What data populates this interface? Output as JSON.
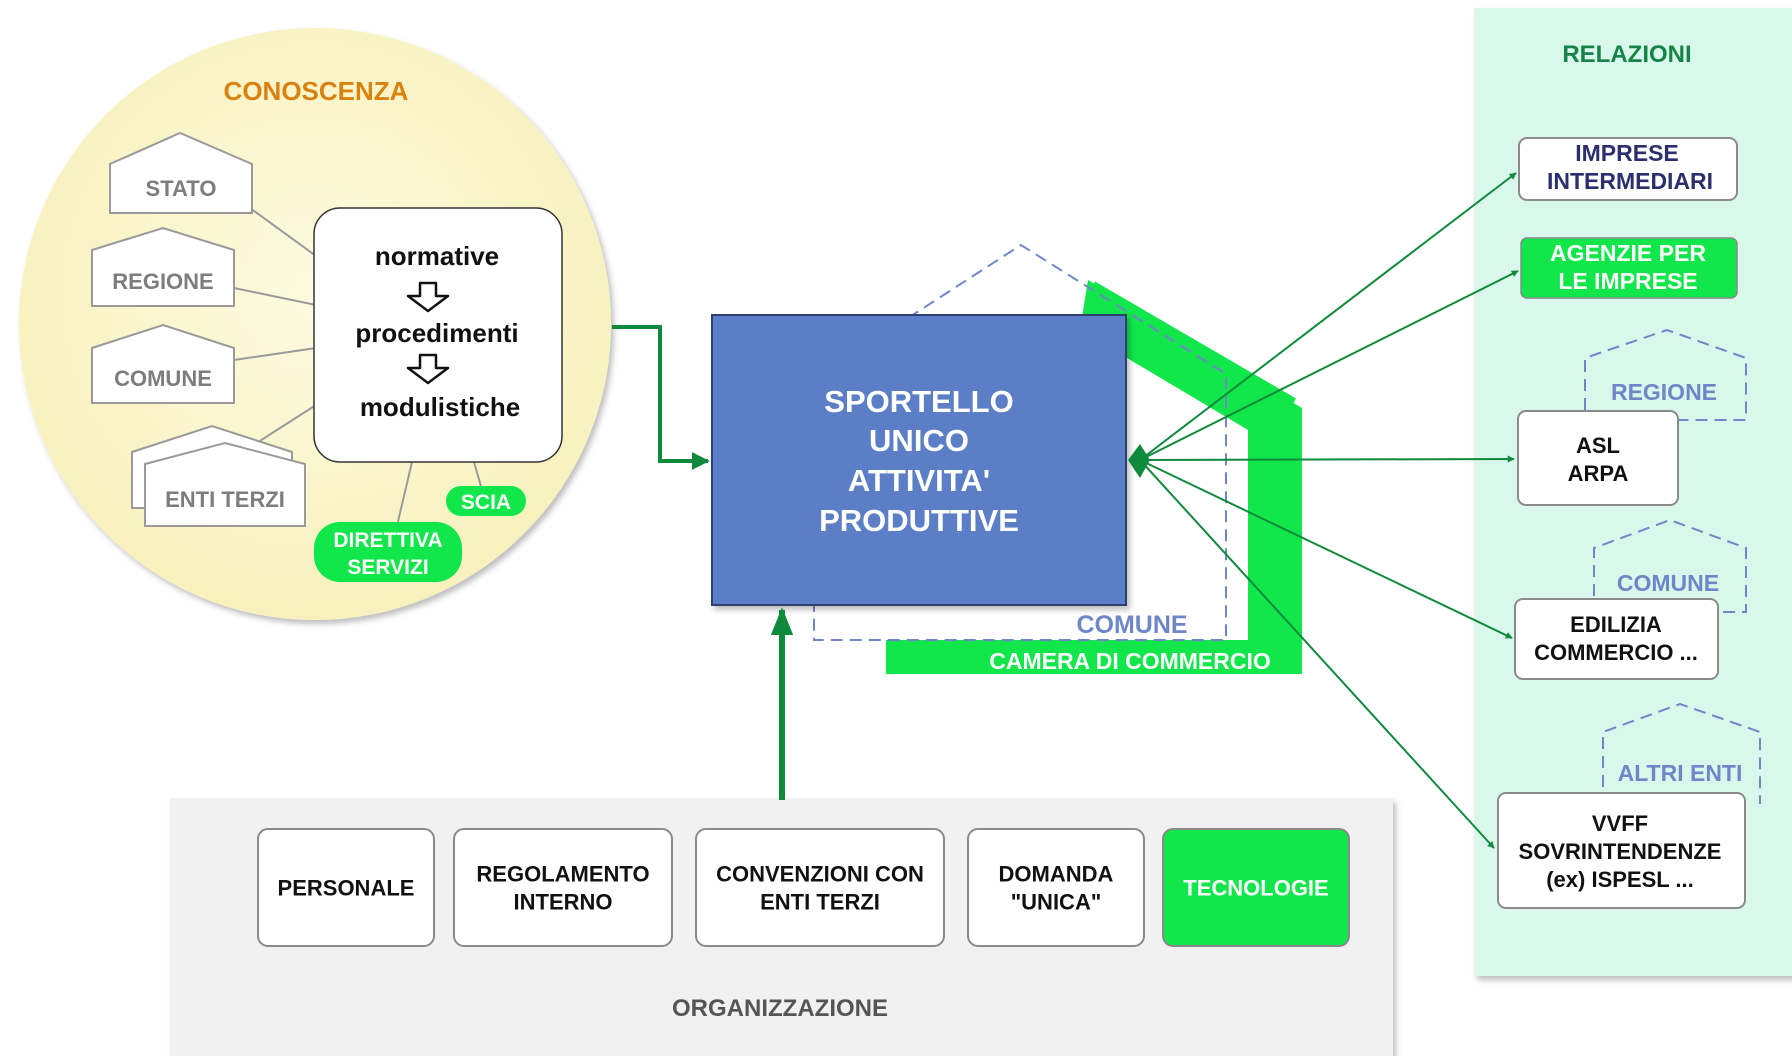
{
  "conoscenza": {
    "title": "CONOSCENZA",
    "sources": [
      "STATO",
      "REGIONE",
      "COMUNE",
      "ENTI TERZI"
    ],
    "center_lines": [
      "normative",
      "procedimenti",
      "modulistiche"
    ],
    "tags": {
      "scia": "SCIA",
      "direttiva_line1": "DIRETTIVA",
      "direttiva_line2": "SERVIZI"
    }
  },
  "sportello": {
    "lines": [
      "SPORTELLO",
      "UNICO",
      "ATTIVITA'",
      "PRODUTTIVE"
    ],
    "comune_label": "COMUNE",
    "camera_label": "CAMERA DI COMMERCIO"
  },
  "organizzazione": {
    "title": "ORGANIZZAZIONE",
    "items": [
      {
        "lines": [
          "PERSONALE"
        ],
        "highlight": false
      },
      {
        "lines": [
          "REGOLAMENTO",
          "INTERNO"
        ],
        "highlight": false
      },
      {
        "lines": [
          "CONVENZIONI CON",
          "ENTI TERZI"
        ],
        "highlight": false
      },
      {
        "lines": [
          "DOMANDA",
          "\"UNICA\""
        ],
        "highlight": false
      },
      {
        "lines": [
          "TECNOLOGIE"
        ],
        "highlight": true
      }
    ]
  },
  "relazioni": {
    "title": "RELAZIONI",
    "imprese": [
      "IMPRESE",
      "INTERMEDIARI"
    ],
    "agenzie": [
      "AGENZIE PER",
      "LE IMPRESE"
    ],
    "regione_label": "REGIONE",
    "asl": [
      "ASL",
      "ARPA"
    ],
    "comune_label": "COMUNE",
    "edilizia": [
      "EDILIZIA",
      "COMMERCIO ..."
    ],
    "altri_label": "ALTRI ENTI",
    "vvff": [
      "VVFF",
      "SOVRINTENDENZE",
      "(ex) ISPESL ..."
    ]
  },
  "colors": {
    "arrow_green": "#0f8a3c",
    "bright_green": "#11e64a",
    "sportello_blue": "#5b7ec6",
    "dashed_blue": "#6f87c9",
    "circle_fill": "#fbf7c8",
    "title_orange": "#d9820f",
    "relazioni_bg": "#d9f7ea",
    "relazioni_title": "#148447",
    "imprese_text": "#2b2f6e",
    "org_bg": "#f1f1f1"
  }
}
